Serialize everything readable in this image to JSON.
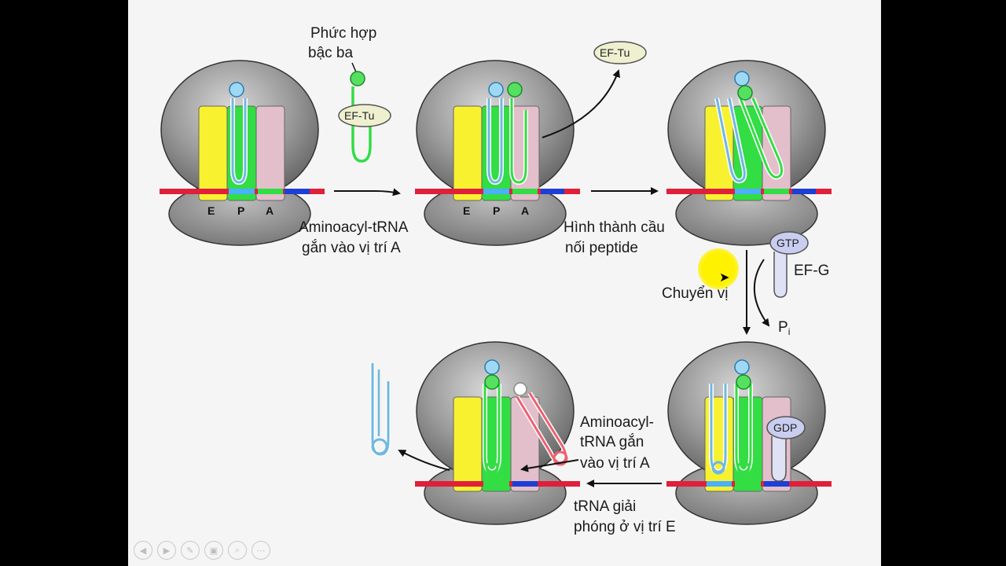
{
  "labels": {
    "ternary_complex_1": "Phức hợp",
    "ternary_complex_2": "bậc ba",
    "ef_tu": "EF-Tu",
    "ef_tu_released": "EF-Tu",
    "site_e": "E",
    "site_p": "P",
    "site_a": "A",
    "step1_line1": "Aminoacyl-tRNA",
    "step1_line2": "gắn vào vị trí A",
    "step2_line1": "Hình thành cầu",
    "step2_line2": "nối peptide",
    "gtp": "GTP",
    "ef_g": "EF-G",
    "translocation": "Chuyển vị",
    "pi_main": "P",
    "pi_sub": "i",
    "gdp": "GDP",
    "step4_line1": "Aminoacyl-",
    "step4_line2": "tRNA gắn",
    "step4_line3": "vào vị trí A",
    "step5_line1": "tRNA giải",
    "step5_line2": "phóng ở vị trí E"
  },
  "colors": {
    "e_site": "#f7f130",
    "p_site": "#33dd44",
    "a_site": "#e2bfcb",
    "mrna_red": "#e0203a",
    "mrna_blue": "#1d3fd6",
    "trna_blue": "#6fb8e0",
    "trna_green": "#33dd44",
    "trna_red": "#ee6070",
    "ribosome_gray": "#8c8c8c"
  },
  "toolbar": {
    "icons": [
      "prev-icon",
      "next-icon",
      "pen-icon",
      "slides-icon",
      "zoom-icon",
      "more-icon"
    ],
    "glyphs": [
      "◀",
      "▶",
      "✎",
      "▣",
      "⌕",
      "⋯"
    ]
  }
}
